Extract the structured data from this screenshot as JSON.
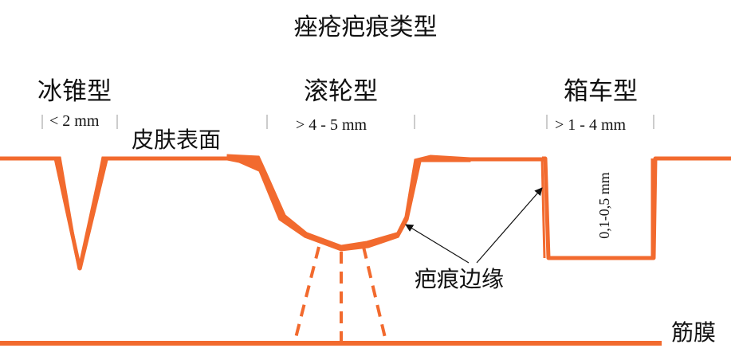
{
  "title": "痤疮疤痕类型",
  "types": {
    "ice_pick": {
      "label": "冰锥型",
      "size": "< 2 mm"
    },
    "rolling": {
      "label": "滚轮型",
      "size": "> 4 - 5 mm"
    },
    "boxcar": {
      "label": "箱车型",
      "size": "> 1 - 4 mm"
    }
  },
  "labels": {
    "skin_surface": "皮肤表面",
    "scar_edge": "疤痕边缘",
    "fascia": "筋膜",
    "depth": "0,1-0,5 mm"
  },
  "colors": {
    "line": "#f26a2e",
    "text": "#111111",
    "tick": "#999999",
    "arrow": "#111111"
  }
}
